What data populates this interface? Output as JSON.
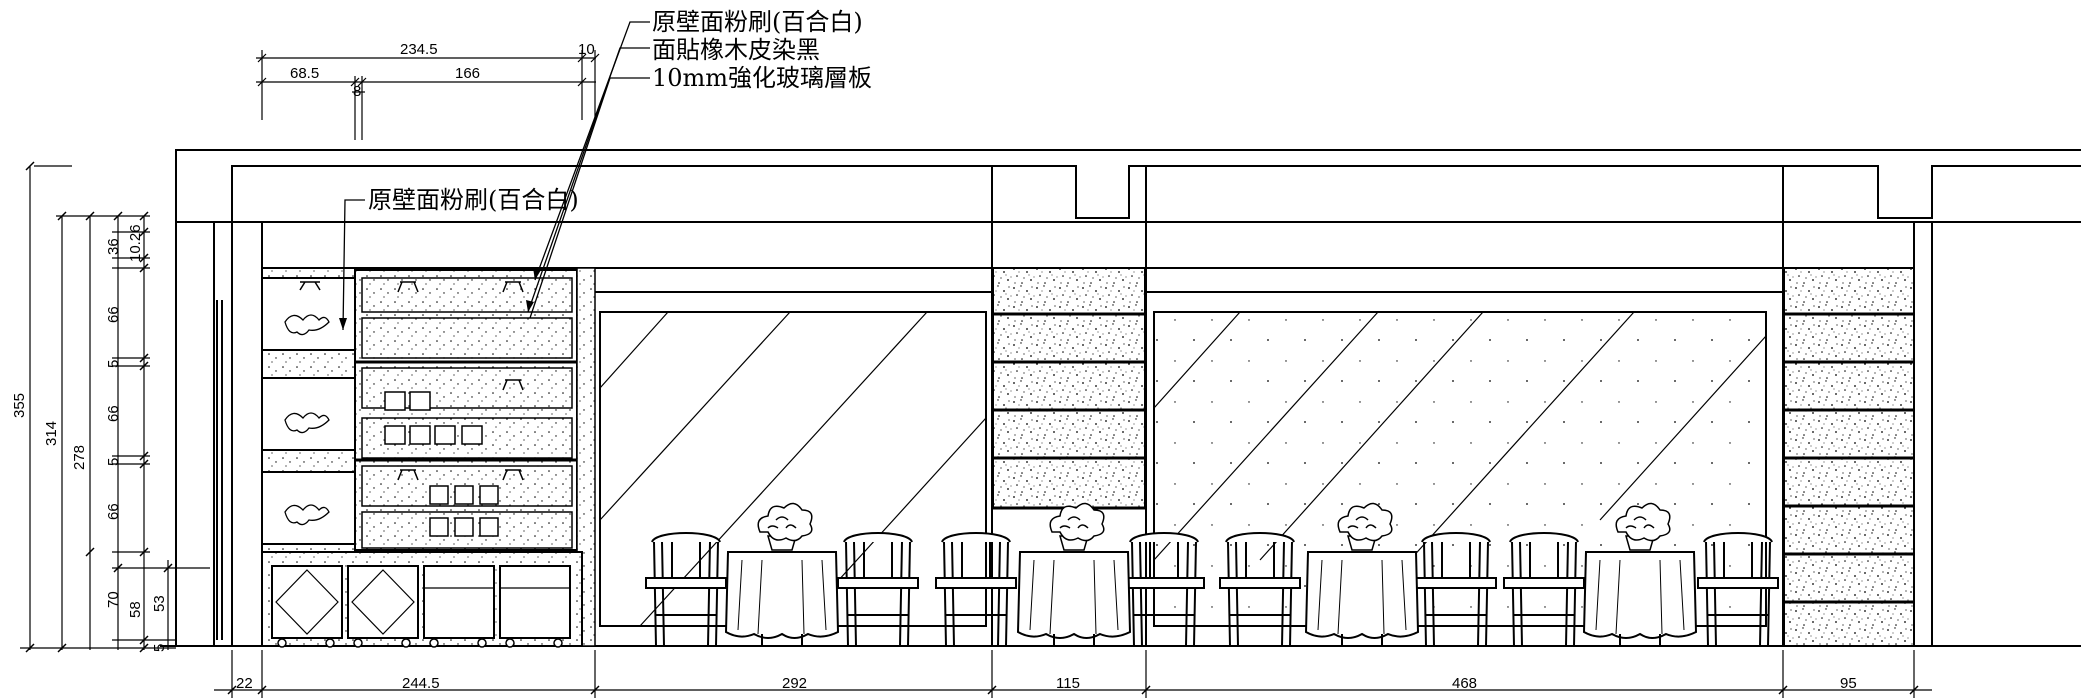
{
  "callouts": {
    "top": [
      "原壁面粉刷(百合白)",
      "面貼橡木皮染黑",
      "10mm強化玻璃層板"
    ],
    "left": "原壁面粉刷(百合白)"
  },
  "dimensions": {
    "top_total": "234.5",
    "top_left": "68.5",
    "top_mid": "166",
    "top_right": "10",
    "top_small": "8",
    "bottom": [
      "22",
      "244.5",
      "292",
      "115",
      "468",
      "95"
    ],
    "left_total": "355",
    "left_314": "314",
    "left_278": "278",
    "left_stack": [
      "36",
      "10.26",
      "66",
      "5",
      "66",
      "5",
      "66",
      "70",
      "58",
      "53",
      "5"
    ]
  }
}
